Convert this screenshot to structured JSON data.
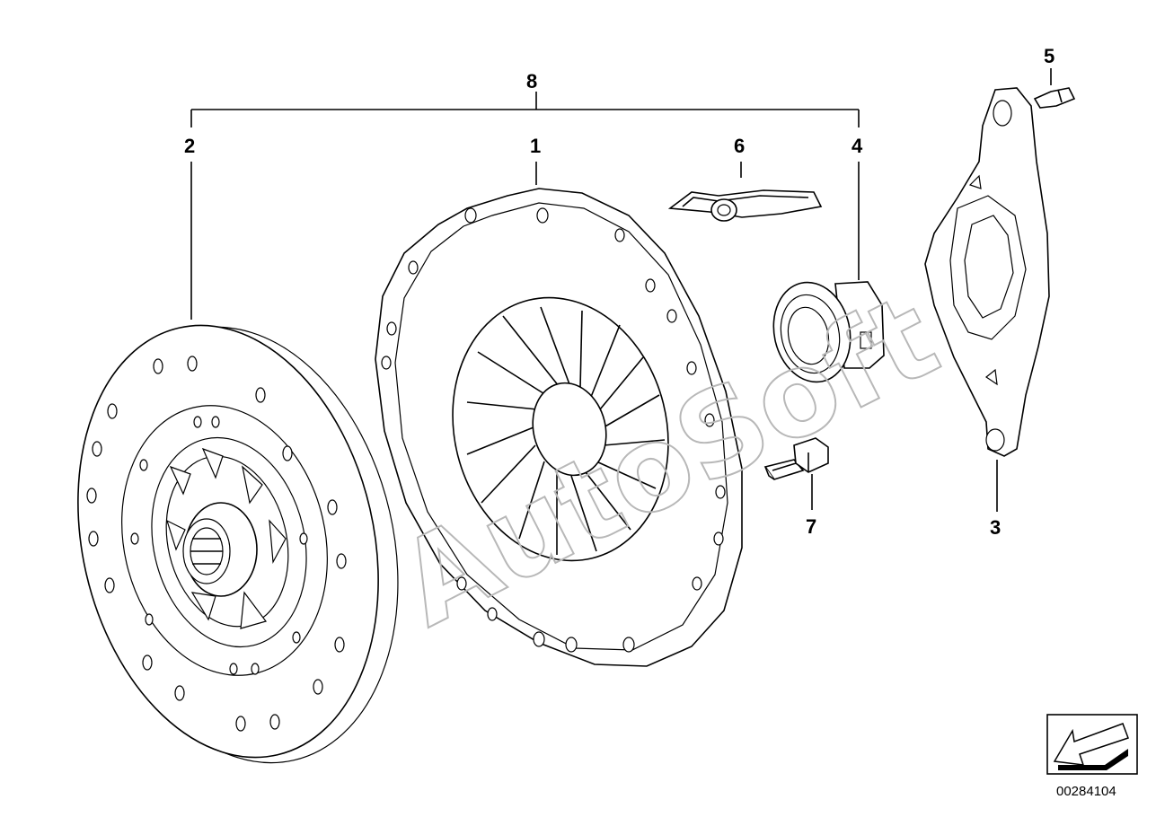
{
  "diagram": {
    "callouts": {
      "c1": "1",
      "c2": "2",
      "c3": "3",
      "c4": "4",
      "c5": "5",
      "c6": "6",
      "c7": "7",
      "c8": "8"
    },
    "watermark": "AutoSoft",
    "drawing_number": "00284104",
    "icons": {
      "orientation": "direction-arrow-icon"
    }
  }
}
